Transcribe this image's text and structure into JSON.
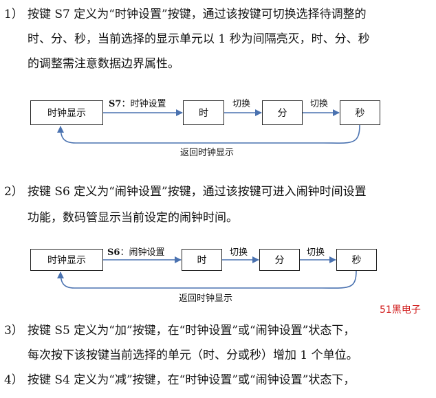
{
  "items": [
    {
      "num": "1）",
      "line1": "按键 S7 定义为“时钟设置”按键，通过该按键可切换选择待调整的",
      "line2": "时、分、秒，当前选择的显示单元以 1 秒为间隔亮灭，时、分、秒",
      "line3": "的调整需注意数据边界属性。"
    },
    {
      "num": "2）",
      "line1": "按键 S6 定义为“闹钟设置”按键，通过该按键可进入闹钟时间设置",
      "line2": "功能，数码管显示当前设定的闹钟时间。"
    },
    {
      "num": "3）",
      "line1": "按键 S5 定义为“加”按键，在“时钟设置”或“闹钟设置”状态下，",
      "line2": "每次按下该按键当前选择的单元（时、分或秒）增加 1 个单位。"
    },
    {
      "num": "4）",
      "line1": "按键 S4 定义为“减”按键，在“时钟设置”或“闹钟设置”状态下，"
    }
  ],
  "diagram1": {
    "start": "时钟显示",
    "key": "S7",
    "key_label": "：时钟设置",
    "hour": "时",
    "minute": "分",
    "second": "秒",
    "switch1": "切换",
    "switch2": "切换",
    "return": "返回时钟显示"
  },
  "diagram2": {
    "start": "时钟显示",
    "key": "S6",
    "key_label": "：闹钟设置",
    "hour": "时",
    "minute": "分",
    "second": "秒",
    "switch1": "切换",
    "switch2": "切换",
    "return": "返回时钟显示"
  },
  "watermark": "51黑电子",
  "colors": {
    "arrow": "#4a72b0",
    "watermark": "#d01818"
  }
}
